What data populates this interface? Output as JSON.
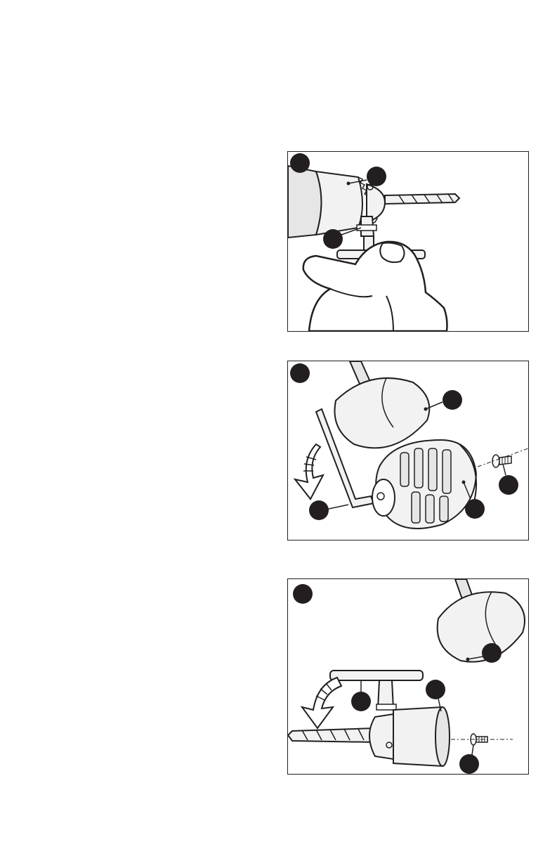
{
  "figures": [
    {
      "id": "fig1",
      "subject": "chuck-key-in-chuck"
    },
    {
      "id": "fig2",
      "subject": "hex-key-loosen-chuck"
    },
    {
      "id": "fig3",
      "subject": "chuck-key-remove-chuck"
    }
  ],
  "colors": {
    "line": "#231f20",
    "callout": "#231f20",
    "shade": "#e6e6e6",
    "light": "#f2f2f2"
  }
}
